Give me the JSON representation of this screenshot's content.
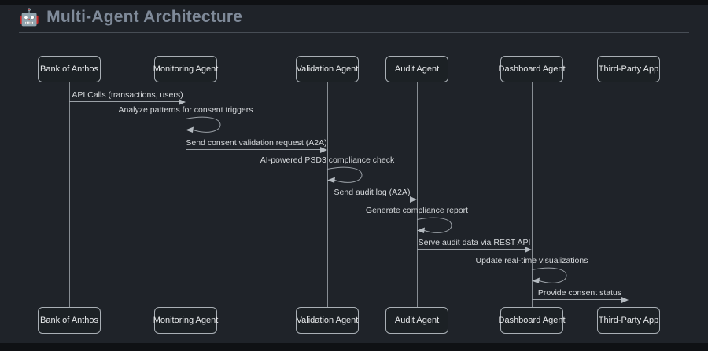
{
  "header": {
    "icon": "🤖",
    "title": "Multi-Agent Architecture"
  },
  "diagram": {
    "type": "sequence",
    "actors": [
      {
        "label": "Bank of Anthos"
      },
      {
        "label": "Monitoring Agent"
      },
      {
        "label": "Validation Agent"
      },
      {
        "label": "Audit Agent"
      },
      {
        "label": "Dashboard Agent"
      },
      {
        "label": "Third-Party App"
      }
    ],
    "messages": [
      {
        "from": "Bank of Anthos",
        "to": "Monitoring Agent",
        "type": "arrow",
        "label": "API Calls (transactions, users)"
      },
      {
        "from": "Monitoring Agent",
        "to": "Monitoring Agent",
        "type": "self",
        "label": "Analyze patterns for consent triggers"
      },
      {
        "from": "Monitoring Agent",
        "to": "Validation Agent",
        "type": "arrow",
        "label": "Send consent validation request (A2A)"
      },
      {
        "from": "Validation Agent",
        "to": "Validation Agent",
        "type": "self",
        "label": "AI-powered PSD3 compliance check"
      },
      {
        "from": "Validation Agent",
        "to": "Audit Agent",
        "type": "arrow",
        "label": "Send audit log (A2A)"
      },
      {
        "from": "Audit Agent",
        "to": "Audit Agent",
        "type": "self",
        "label": "Generate compliance report"
      },
      {
        "from": "Audit Agent",
        "to": "Dashboard Agent",
        "type": "arrow",
        "label": "Serve audit data via REST API"
      },
      {
        "from": "Dashboard Agent",
        "to": "Dashboard Agent",
        "type": "self",
        "label": "Update real-time visualizations"
      },
      {
        "from": "Dashboard Agent",
        "to": "Third-Party App",
        "type": "arrow",
        "label": "Provide consent status"
      }
    ]
  },
  "colors": {
    "panel_bg": "#1f2329",
    "actor_fill": "#1c2125",
    "actor_border": "#a9afb5",
    "message_text": "#d6d9dc",
    "line": "#9ba1a7",
    "title_text": "#7f8a99"
  }
}
